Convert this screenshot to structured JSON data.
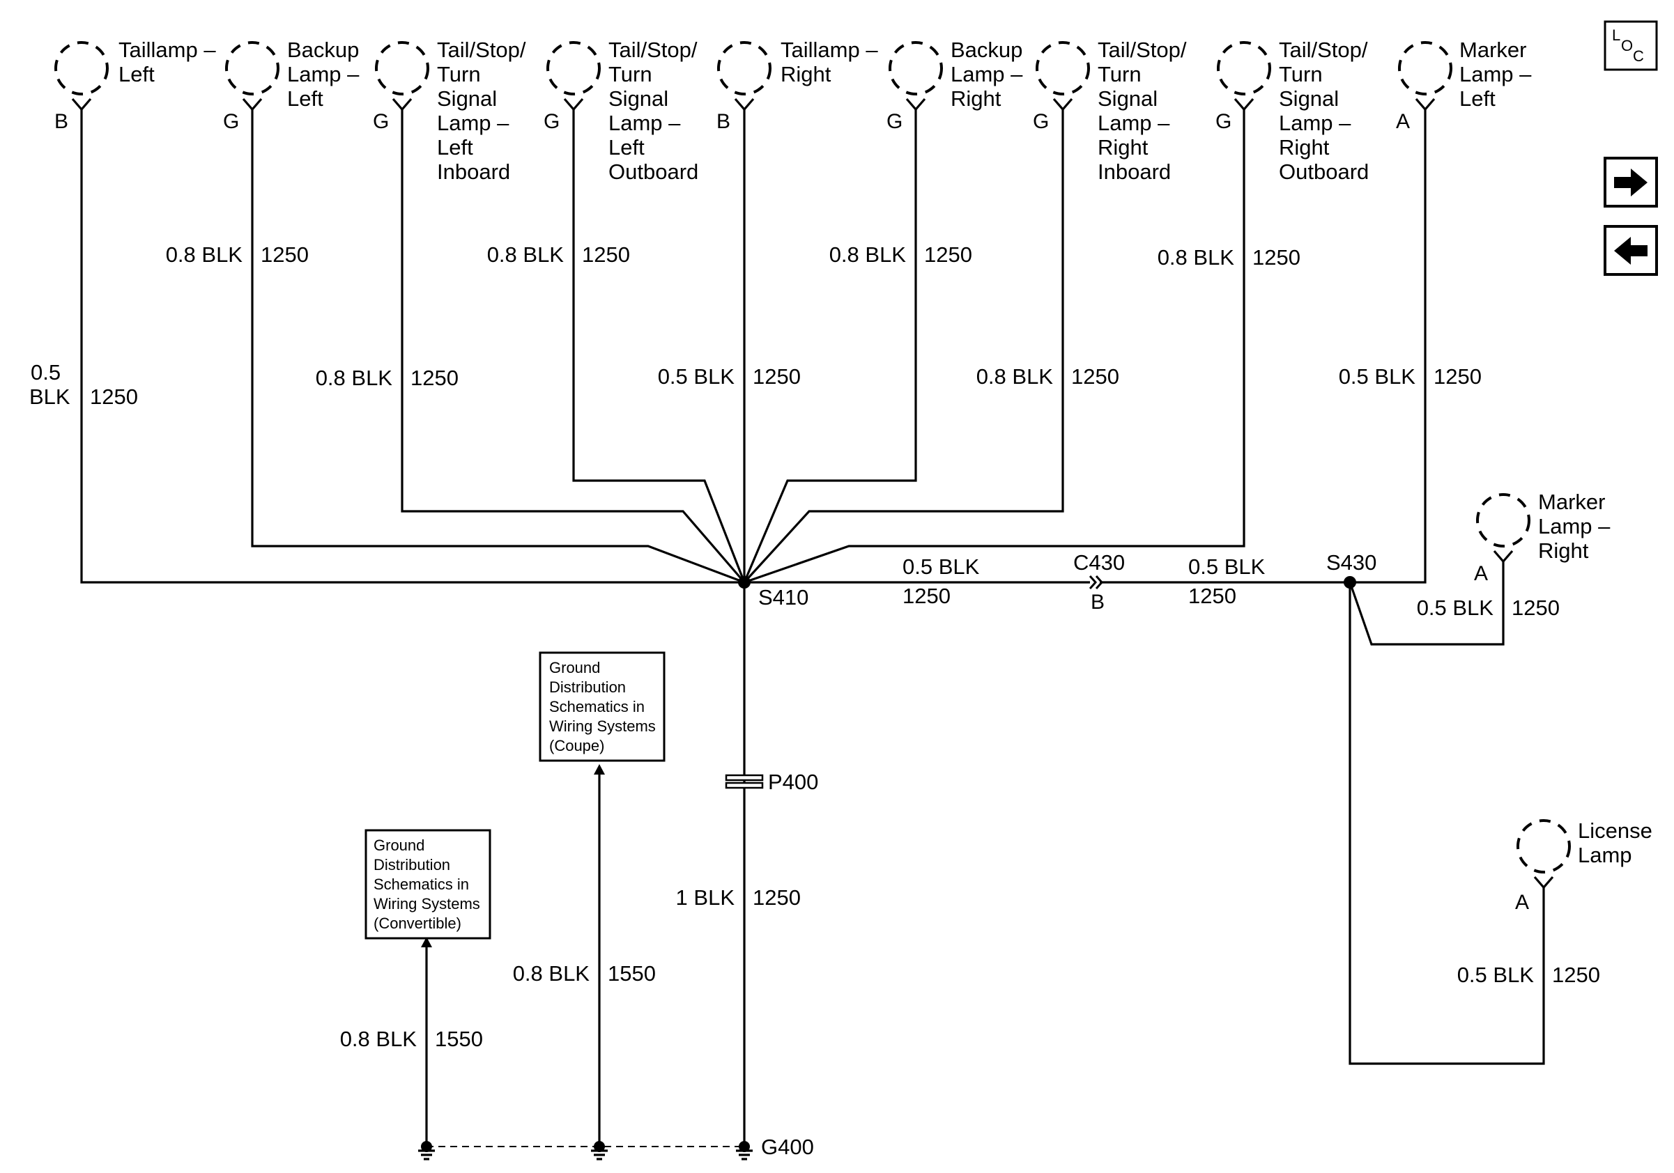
{
  "lamps": [
    {
      "name": [
        "Taillamp –",
        "Left"
      ],
      "pin": "B",
      "wire": [
        "0.5",
        "BLK"
      ],
      "circuit": "1250"
    },
    {
      "name": [
        "Backup",
        "Lamp –",
        "Left"
      ],
      "pin": "G",
      "wire": "0.8 BLK",
      "circuit": "1250"
    },
    {
      "name": [
        "Tail/Stop/",
        "Turn",
        "Signal",
        "Lamp –",
        "Left",
        "Inboard"
      ],
      "pin": "G",
      "wire": "0.8 BLK",
      "circuit": "1250"
    },
    {
      "name": [
        "Tail/Stop/",
        "Turn",
        "Signal",
        "Lamp –",
        "Left",
        "Outboard"
      ],
      "pin": "G",
      "wire": "0.8 BLK",
      "circuit": "1250"
    },
    {
      "name": [
        "Taillamp –",
        "Right"
      ],
      "pin": "B",
      "wire": "0.5 BLK",
      "circuit": "1250"
    },
    {
      "name": [
        "Backup",
        "Lamp –",
        "Right"
      ],
      "pin": "G",
      "wire": "0.8 BLK",
      "circuit": "1250"
    },
    {
      "name": [
        "Tail/Stop/",
        "Turn",
        "Signal",
        "Lamp –",
        "Right",
        "Inboard"
      ],
      "pin": "G",
      "wire": "0.8 BLK",
      "circuit": "1250"
    },
    {
      "name": [
        "Tail/Stop/",
        "Turn",
        "Signal",
        "Lamp –",
        "Right",
        "Outboard"
      ],
      "pin": "G",
      "wire": "0.8 BLK",
      "circuit": "1250"
    },
    {
      "name": [
        "Marker",
        "Lamp –",
        "Left"
      ],
      "pin": "A",
      "wire": "0.5 BLK",
      "circuit": "1250"
    },
    {
      "name": [
        "Marker",
        "Lamp –",
        "Right"
      ],
      "pin": "A",
      "wire": "0.5 BLK",
      "circuit": "1250"
    },
    {
      "name": [
        "License",
        "Lamp"
      ],
      "pin": "A",
      "wire": "0.5 BLK",
      "circuit": "1250"
    }
  ],
  "splices": {
    "s410": "S410",
    "s430": "S430"
  },
  "connector": {
    "id": "C430",
    "pin": "B"
  },
  "harness_wires": [
    {
      "wire": "0.5 BLK",
      "circuit": "1250"
    },
    {
      "wire": "0.5 BLK",
      "circuit": "1250"
    }
  ],
  "pass_through": {
    "id": "P400"
  },
  "ground_wire": {
    "wire": "1 BLK",
    "circuit": "1250"
  },
  "ground": {
    "id": "G400"
  },
  "ref_boxes": [
    {
      "text": [
        "Ground",
        "Distribution",
        "Schematics in",
        "Wiring Systems",
        "(Coupe)"
      ],
      "wire": "0.8 BLK",
      "circuit": "1550"
    },
    {
      "text": [
        "Ground",
        "Distribution",
        "Schematics in",
        "Wiring Systems",
        "(Convertible)"
      ],
      "wire": "0.8 BLK",
      "circuit": "1550"
    }
  ],
  "nav": {
    "loc_l": "L",
    "loc_o": "O",
    "loc_c": "C",
    "next_icon": "arrow-right-icon",
    "prev_icon": "arrow-left-icon"
  }
}
